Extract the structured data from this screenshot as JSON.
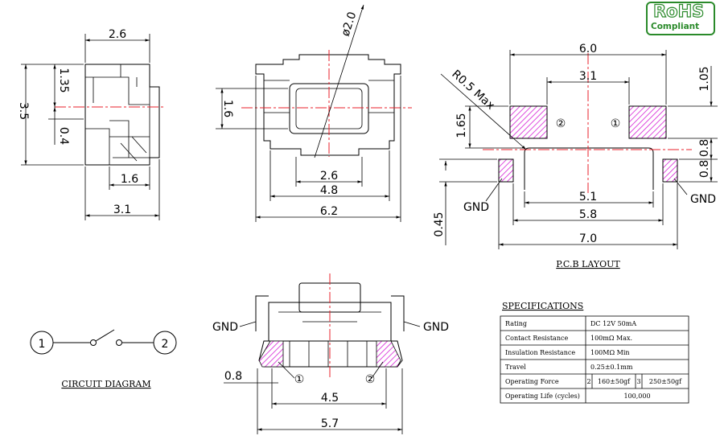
{
  "logo": {
    "title": "RoHS",
    "subtitle": "Compliant"
  },
  "side_view": {
    "dims": [
      "2.6",
      "3.5",
      "1.35",
      "0.4",
      "1.6",
      "3.1"
    ]
  },
  "top_view": {
    "dims": [
      "ø2.0",
      "1.6",
      "2.6",
      "4.8",
      "6.2"
    ]
  },
  "pcb_layout": {
    "dims": [
      "6.0",
      "3.1",
      "1.05",
      "1.65",
      "0.8",
      "0.8",
      "5.1",
      "5.8",
      "7.0",
      "0.45"
    ],
    "radius_note": "R0.5 Max",
    "pad_labels": [
      "②",
      "①"
    ],
    "gnd_left": "GND",
    "gnd_right": "GND",
    "title": "P.C.B LAYOUT"
  },
  "front_view": {
    "dims": [
      "0.8",
      "4.5",
      "5.7"
    ],
    "gnd_left": "GND",
    "gnd_right": "GND",
    "pin_labels": [
      "①",
      "②"
    ]
  },
  "circuit": {
    "left": "1",
    "right": "2",
    "title": "CIRCUIT DIAGRAM"
  },
  "specifications": {
    "title": "SPECIFICATIONS",
    "rows": [
      {
        "label": "Rating",
        "value": "DC 12V 50mA"
      },
      {
        "label": "Contact Resistance",
        "value": "100mΩ Max."
      },
      {
        "label": "Insulation Resistance",
        "value": "100MΩ Min"
      },
      {
        "label": "Travel",
        "value": "0.25±0.1mm"
      },
      {
        "label": "Operating Force",
        "opt1": "2",
        "val1": "160±50gf",
        "opt2": "3",
        "val2": "250±50gf"
      },
      {
        "label": "Operating Life (cycles)",
        "value": "100,000"
      }
    ]
  },
  "colors": {
    "centerline": "#e8212b",
    "pad_hatch": "#d61fd6",
    "rohs_green": "#2a8a2a"
  }
}
